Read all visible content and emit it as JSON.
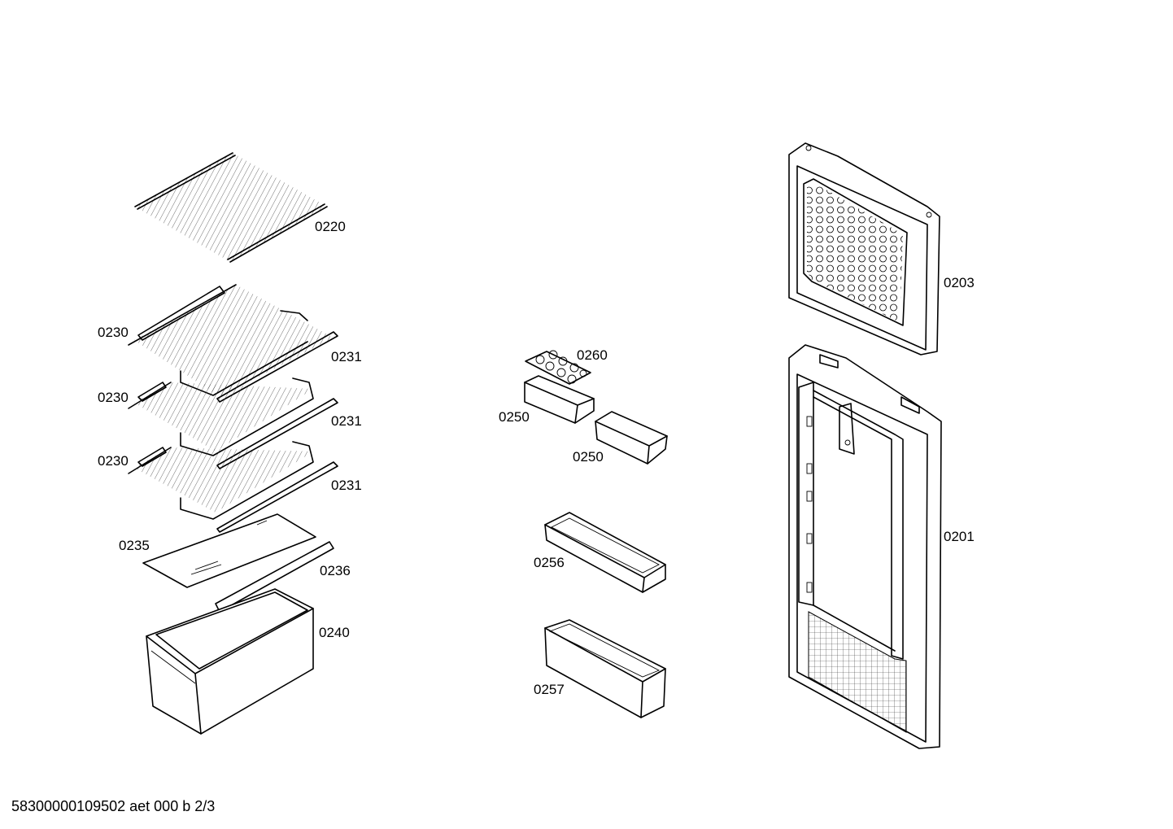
{
  "labels": {
    "p0220": "0220",
    "p0230a": "0230",
    "p0230b": "0230",
    "p0230c": "0230",
    "p0231a": "0231",
    "p0231b": "0231",
    "p0231c": "0231",
    "p0235": "0235",
    "p0236": "0236",
    "p0240": "0240",
    "p0260": "0260",
    "p0250a": "0250",
    "p0250b": "0250",
    "p0256": "0256",
    "p0257": "0257",
    "p0203": "0203",
    "p0201": "0201"
  },
  "footer": "58300000109502 aet 000 b 2/3"
}
